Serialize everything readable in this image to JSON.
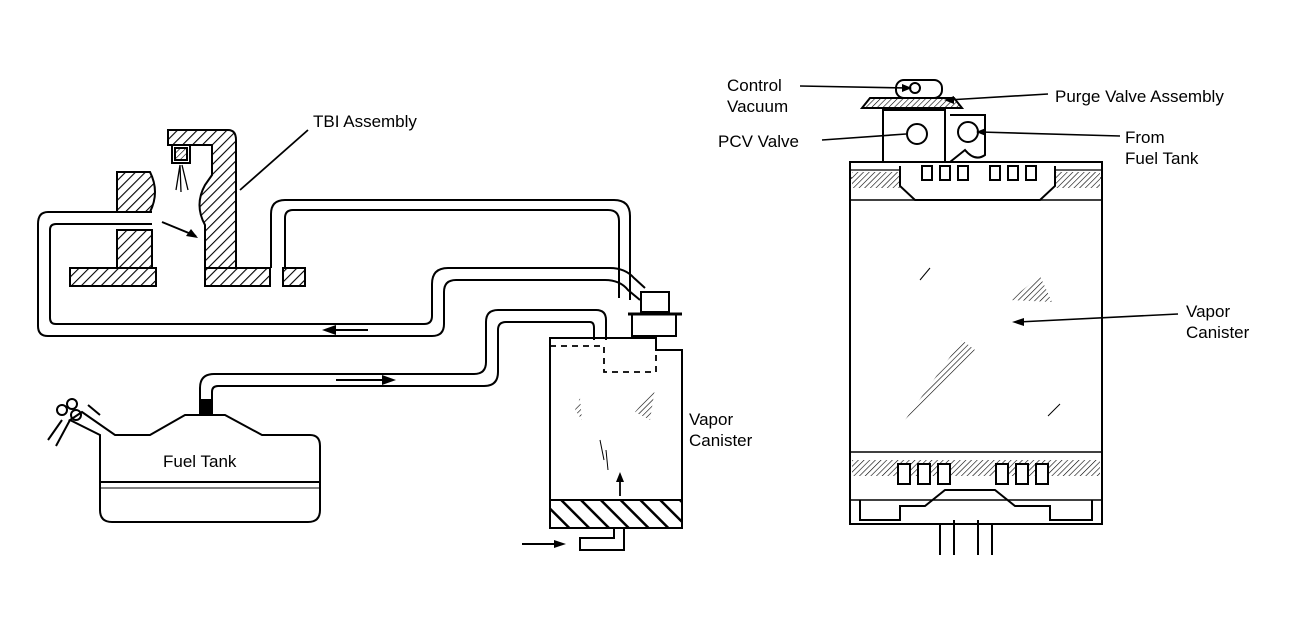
{
  "labels": {
    "tbi_assembly": "TBI Assembly",
    "fuel_tank": "Fuel Tank",
    "vapor_canister_left_1": "Vapor",
    "vapor_canister_left_2": "Canister",
    "control_vacuum_1": "Control",
    "control_vacuum_2": "Vacuum",
    "purge_valve_assembly": "Purge Valve Assembly",
    "pcv_valve": "PCV Valve",
    "from_fuel_tank_1": "From",
    "from_fuel_tank_2": "Fuel Tank",
    "vapor_canister_right_1": "Vapor",
    "vapor_canister_right_2": "Canister"
  }
}
